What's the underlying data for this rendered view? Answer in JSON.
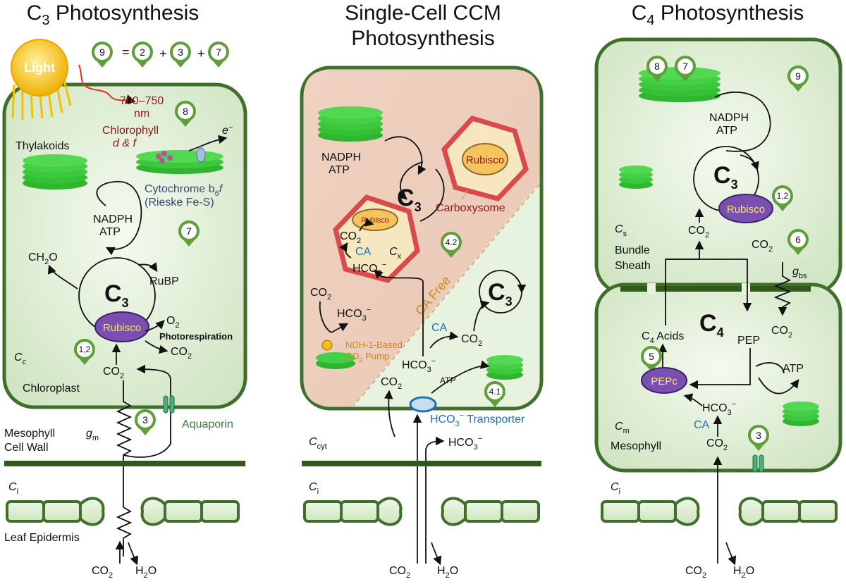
{
  "panels": {
    "c3": {
      "title": "C",
      "title_sub": "3",
      "title_rest": " Photosynthesis",
      "light": "Light",
      "equation": {
        "lhs": "9",
        "eq": "=",
        "a": "2",
        "plus1": "+",
        "b": "3",
        "plus2": "+",
        "c": "7"
      },
      "wavelength": "700–750",
      "wavelength_unit": "nm",
      "chlorophyll": "Chlorophyll",
      "chlorophyll_df": "d & f",
      "electron": "e",
      "electron_sup": "−",
      "thylakoids": "Thylakoids",
      "cytochrome_a": "Cytochrome b",
      "cytochrome_sub": "6",
      "cytochrome_f": "f",
      "cytochrome_b": "(Rieske Fe-S)",
      "nadph": "NADPH",
      "atp": "ATP",
      "ch2o": "CH",
      "ch2o_sub": "2",
      "ch2o_o": "O",
      "c3": "C",
      "c3_sub": "3",
      "rubp": "RuBP",
      "rubisco": "Rubisco",
      "o2": "O",
      "o2_sub": "2",
      "photorespiration": "Photorespiration",
      "co2": "CO",
      "co2_sub": "2",
      "cc": "C",
      "cc_sub": "c",
      "chloroplast": "Chloroplast",
      "aquaporin": "Aquaporin",
      "gm": "g",
      "gm_sub": "m",
      "mesophyll_cw1": "Mesophyll",
      "mesophyll_cw2": "Cell Wall",
      "ci": "C",
      "ci_sub": "i",
      "leaf_epidermis": "Leaf Epidermis",
      "h2o": "H",
      "h2o_sub": "2",
      "h2o_o": "O",
      "markers": {
        "m8": "8",
        "m7": "7",
        "m12": "1,2",
        "m3": "3"
      }
    },
    "ccm": {
      "title1": "Single-Cell CCM",
      "title2": "Photosynthesis",
      "nadph": "NADPH",
      "atp": "ATP",
      "rubisco_big": "Rubisco",
      "rubisco_small": "Rubisco",
      "c3": "C",
      "c3_sub": "3",
      "carboxysome": "Carboxysome",
      "ca": "CA",
      "cx": "C",
      "cx_sub": "x",
      "hco3": "HCO",
      "hco3_sub": "3",
      "hco3_sup": "−",
      "co2": "CO",
      "co2_sub": "2",
      "ca_free": "CA Free",
      "ndh1": "NDH-1-Based",
      "pump": "CO",
      "pump_sub": "2",
      "pump_rest": " Pump",
      "transporter": "HCO",
      "transporter_rest": " Transporter",
      "ccyt": "C",
      "ccyt_sub": "cyt",
      "ci": "C",
      "ci_sub": "i",
      "h2o": "H",
      "h2o_sub": "2",
      "h2o_o": "O",
      "markers": {
        "m42": "4.2",
        "m41": "4.1"
      }
    },
    "c4": {
      "title": "C",
      "title_sub": "4",
      "title_rest": " Photosynthesis",
      "nadph": "NADPH",
      "atp": "ATP",
      "c3": "C",
      "c3_sub": "3",
      "rubisco": "Rubisco",
      "co2": "CO",
      "co2_sub": "2",
      "cs": "C",
      "cs_sub": "s",
      "bundle": "Bundle",
      "sheath": "Sheath",
      "gbs": "g",
      "gbs_sub": "bs",
      "c4": "C",
      "c4_sub": "4",
      "c4_acids": "C",
      "c4_acids_sub": "4",
      "c4_acids_rest": " Acids",
      "pep": "PEP",
      "pepc": "PEPc",
      "hco3": "HCO",
      "hco3_sub": "3",
      "hco3_sup": "−",
      "ca": "CA",
      "cm": "C",
      "cm_sub": "m",
      "mesophyll": "Mesophyll",
      "ci": "C",
      "ci_sub": "i",
      "h2o": "H",
      "h2o_sub": "2",
      "h2o_o": "O",
      "markers": {
        "m8": "8",
        "m7": "7",
        "m9": "9",
        "m12": "1,2",
        "m6": "6",
        "m5": "5",
        "m3": "3"
      }
    }
  },
  "colors": {
    "cell_border": "#3f6f2a",
    "cell_fill": "#dbecd0",
    "thylakoid": "#3cc43c",
    "rubisco": "#7a4fb0",
    "rubisco_text": "#f3e36a",
    "carboxysome": "#d94a4a",
    "light": "#f5c000"
  }
}
